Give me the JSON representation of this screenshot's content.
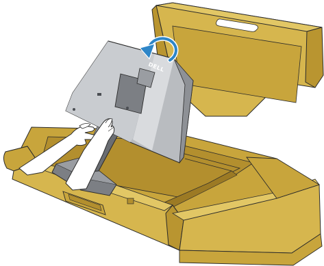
{
  "figure": {
    "subject": "monitor-unboxing-step",
    "brand_logo_text": "DELL",
    "rotation_arrow": "counterclockwise-lift"
  },
  "colors": {
    "cardboard_light": "#D6B64E",
    "cardboard_mid": "#C8A53C",
    "cardboard_dark": "#A8852A",
    "cardboard_shadow": "#8E6F22",
    "monitor_silver": "#B9BCC0",
    "monitor_dark": "#5E6166",
    "hand_fill": "#FFFFFF",
    "arrow_blue": "#2E86C8",
    "outline": "#2A2A2A"
  }
}
